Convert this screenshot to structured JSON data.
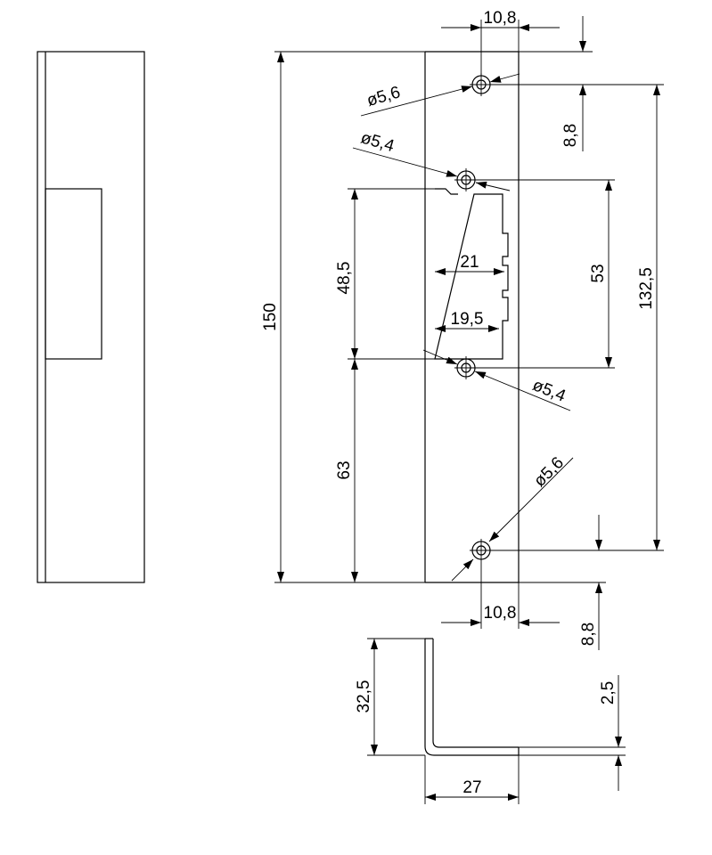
{
  "dimensions": {
    "top_hole_spacing": "10,8",
    "top_hole_diameter": "ø5,6",
    "top_offset": "8,8",
    "upper_mid_hole_diameter": "ø5,4",
    "overall_length": "150",
    "opening_height": "48,5",
    "opening_width_upper": "21",
    "opening_width_lower": "19,5",
    "mid_hole_spacing": "53",
    "outer_hole_spacing": "132,5",
    "lower_mid_hole_diameter": "ø5,4",
    "lower_section": "63",
    "bottom_hole_diameter": "ø5,6",
    "bottom_hole_spacing": "10,8",
    "bottom_offset": "8,8",
    "flange_height": "32,5",
    "thickness": "2,5",
    "flange_width": "27"
  }
}
